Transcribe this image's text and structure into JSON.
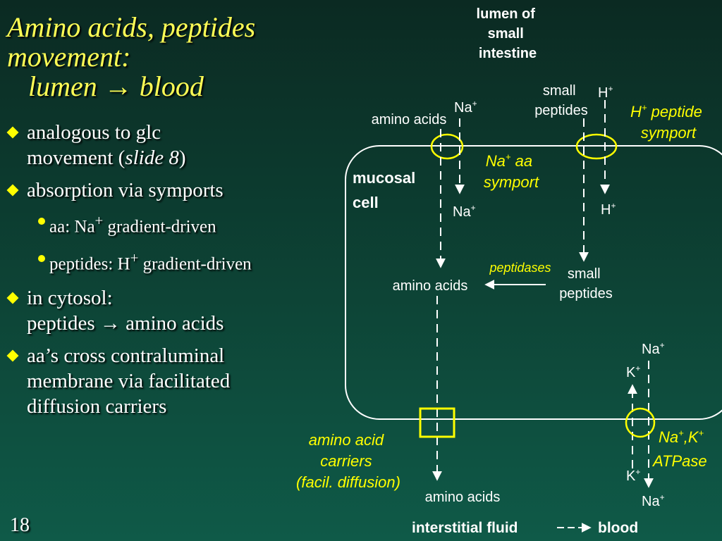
{
  "slide": {
    "title_line1": "Amino acids, peptides",
    "title_line2": "movement:",
    "title_line3": "lumen → blood",
    "page_number": "18"
  },
  "bullets": [
    {
      "level": 1,
      "text": "analogous to glc movement (slide 8)"
    },
    {
      "level": 1,
      "text": "absorption via symports"
    },
    {
      "level": 2,
      "text": "aa: Na+ gradient-driven"
    },
    {
      "level": 2,
      "text": "peptides: H+ gradient-driven"
    },
    {
      "level": 1,
      "text": "in cytosol: peptides → amino acids"
    },
    {
      "level": 1,
      "text": "aa’s cross contraluminal membrane via facilitated diffusion carriers"
    }
  ],
  "bullet_parts": {
    "b1_a": "analogous to glc",
    "b1_b": "movement (",
    "b1_italic": "slide 8",
    "b1_c": ")",
    "b2": "absorption via symports",
    "b3_a": "aa: Na",
    "b3_sup": "+",
    "b3_b": " gradient-driven",
    "b4_a": "peptides: H",
    "b4_sup": "+",
    "b4_b": " gradient-driven",
    "b5_a": "in cytosol:",
    "b5_b": "peptides → amino acids",
    "b6_a": "aa’s cross contraluminal",
    "b6_b": "membrane via facilitated",
    "b6_c": "diffusion carriers"
  },
  "diagram": {
    "lumen_label": [
      "lumen of",
      "small",
      "intestine"
    ],
    "cell_label": [
      "mucosal",
      "cell"
    ],
    "amino_acids": "amino acids",
    "small_peptides": [
      "small",
      "peptides"
    ],
    "na": "Na",
    "h": "H",
    "k": "K",
    "plus": "+",
    "h_symport_label": [
      "H",
      "+",
      " peptide",
      "symport"
    ],
    "na_symport_label": [
      "Na",
      "+",
      " aa",
      "symport"
    ],
    "peptidases": "peptidases",
    "carriers_label": [
      "amino acid",
      "carriers",
      "(facil. diffusion)"
    ],
    "atpase_label": [
      "Na",
      "+",
      ",K",
      "+",
      "ATPase"
    ],
    "interstitial_fluid": "interstitial fluid",
    "blood": "blood"
  },
  "colors": {
    "title": "#ffff55",
    "accent_yellow": "#ffff00",
    "text_white": "#ffffff",
    "background_top": "#0b2a22",
    "background_bottom": "#0f5a48"
  }
}
